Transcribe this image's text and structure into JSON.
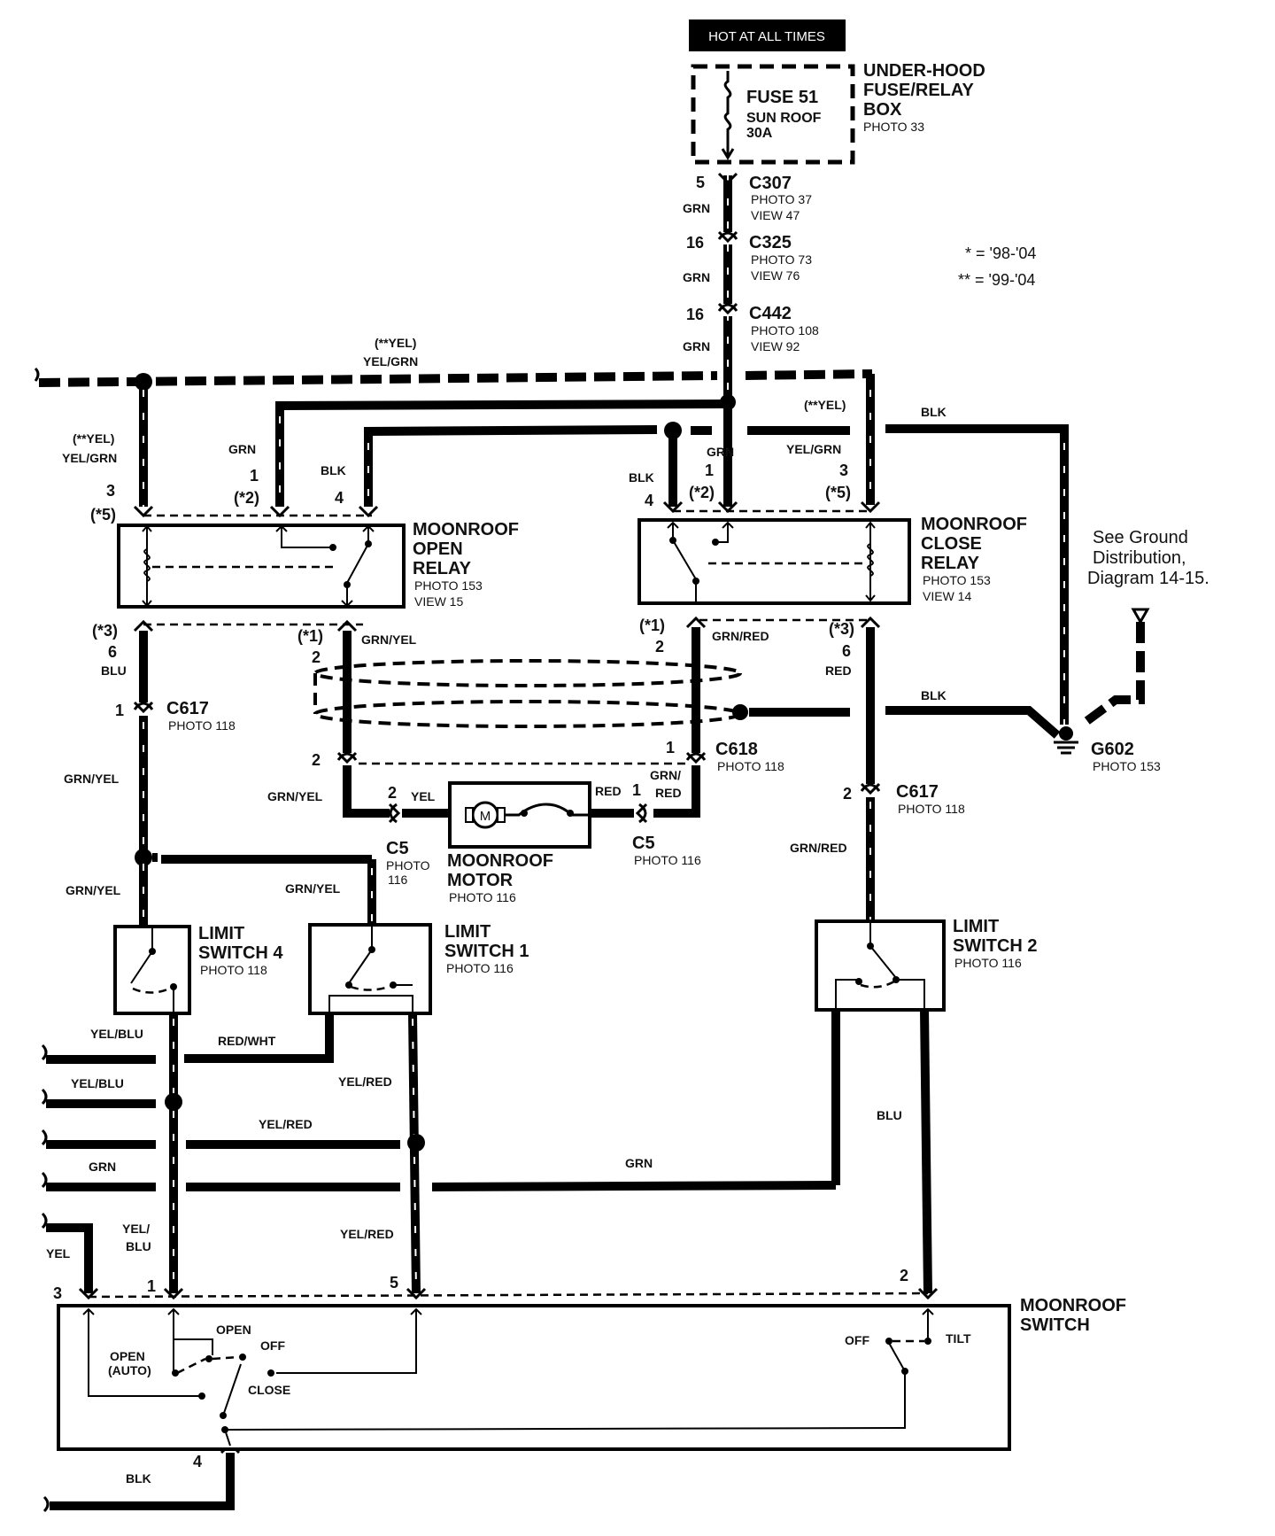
{
  "legend": {
    "star1": "* =  '98-'04",
    "star2": "** =  '99-'04"
  },
  "power": {
    "hot_label": "HOT AT ALL TIMES"
  },
  "fuse_box": {
    "title_l1": "UNDER-HOOD",
    "title_l2": "FUSE/RELAY",
    "title_l3": "BOX",
    "photo": "PHOTO 33",
    "fuse": "FUSE 51",
    "fuse_desc": "SUN ROOF",
    "fuse_rating": "30A"
  },
  "connectors": {
    "c307": {
      "name": "C307",
      "photo": "PHOTO 37",
      "view": "VIEW 47",
      "pin": "5"
    },
    "c325": {
      "name": "C325",
      "photo": "PHOTO 73",
      "view": "VIEW 76",
      "pin": "16"
    },
    "c442": {
      "name": "C442",
      "photo": "PHOTO 108",
      "view": "VIEW 92",
      "pin": "16"
    },
    "c617a": {
      "name": "C617",
      "photo": "PHOTO 118",
      "pin": "1"
    },
    "c617b": {
      "name": "C617",
      "photo": "PHOTO 118",
      "pin": "2"
    },
    "c618": {
      "name": "C618",
      "photo": "PHOTO 118",
      "pin_a": "1",
      "pin_b": "2"
    },
    "c5a": {
      "name": "C5",
      "photo_l1": "PHOTO",
      "photo_l2": "116",
      "pin": "2"
    },
    "c5b": {
      "name": "C5",
      "photo": "PHOTO 116",
      "pin": "1"
    }
  },
  "ground": {
    "name": "G602",
    "photo": "PHOTO 153",
    "note_l1": "See Ground",
    "note_l2": "Distribution,",
    "note_l3": "Diagram 14-15."
  },
  "open_relay": {
    "title_l1": "MOONROOF",
    "title_l2": "OPEN",
    "title_l3": "RELAY",
    "photo": "PHOTO 153",
    "view": "VIEW 15",
    "pin3": "3",
    "pin3_note": "(*5)",
    "pin1": "1",
    "pin1_note": "(*2)",
    "pin4": "4",
    "pin6": "6",
    "pin6_note": "(*3)",
    "pin2": "2",
    "pin2_note": "(*1)"
  },
  "close_relay": {
    "title_l1": "MOONROOF",
    "title_l2": "CLOSE",
    "title_l3": "RELAY",
    "photo": "PHOTO 153",
    "view": "VIEW 14",
    "pin4": "4",
    "pin1": "1",
    "pin1_note": "(*2)",
    "pin3": "3",
    "pin3_note": "(*5)",
    "pin2": "2",
    "pin2_note": "(*1)",
    "pin6": "6",
    "pin6_note": "(*3)"
  },
  "motor": {
    "title_l1": "MOONROOF",
    "title_l2": "MOTOR",
    "photo": "PHOTO 116",
    "symbol": "M"
  },
  "limit4": {
    "title_l1": "LIMIT",
    "title_l2": "SWITCH 4",
    "photo": "PHOTO 118"
  },
  "limit1": {
    "title_l1": "LIMIT",
    "title_l2": "SWITCH 1",
    "photo": "PHOTO 116"
  },
  "limit2": {
    "title_l1": "LIMIT",
    "title_l2": "SWITCH 2",
    "photo": "PHOTO 116"
  },
  "moonroof_switch": {
    "title_l1": "MOONROOF",
    "title_l2": "SWITCH",
    "open": "OPEN",
    "off": "OFF",
    "close": "CLOSE",
    "open_auto_l1": "OPEN",
    "open_auto_l2": "(AUTO)",
    "tilt_off": "OFF",
    "tilt": "TILT",
    "pin3": "3",
    "pin1": "1",
    "pin5": "5",
    "pin2": "2",
    "pin4": "4"
  },
  "wires": {
    "grn_a": "GRN",
    "grn_b": "GRN",
    "grn_c": "GRN",
    "yel_top_note": "(**YEL)",
    "yel_grn_top": "YEL/GRN",
    "yel_left_note": "(**YEL)",
    "yel_grn_left": "YEL/GRN",
    "grn_open_relay": "GRN",
    "blk_open_relay": "BLK",
    "grn_close_relay": "GRN",
    "blk_close_relay": "BLK",
    "yel_right_note": "(**YEL)",
    "yel_grn_right": "YEL/GRN",
    "blk_ground_top": "BLK",
    "blk_ground_mid": "BLK",
    "blu_left": "BLU",
    "grn_yel_relay": "GRN/YEL",
    "grn_red_relay": "GRN/RED",
    "red_right": "RED",
    "grn_yel_left": "GRN/YEL",
    "grn_yel_c5": "GRN/YEL",
    "yel_c5": "YEL",
    "red_c5": "RED",
    "grn_red_c5_l1": "GRN/",
    "grn_red_c5_l2": "RED",
    "grn_yel_ls4": "GRN/YEL",
    "grn_yel_ls1": "GRN/YEL",
    "grn_red_right": "GRN/RED",
    "yel_blu_a": "YEL/BLU",
    "red_wht": "RED/WHT",
    "yel_blu_b": "YEL/BLU",
    "yel_red_a": "YEL/RED",
    "yel_red_b": "YEL/RED",
    "grn_left": "GRN",
    "grn_mid": "GRN",
    "blu_right": "BLU",
    "yel_blu_sw_l1": "YEL/",
    "yel_blu_sw_l2": "BLU",
    "yel_red_sw": "YEL/RED",
    "yel_sw": "YEL",
    "blk_bottom": "BLK"
  }
}
